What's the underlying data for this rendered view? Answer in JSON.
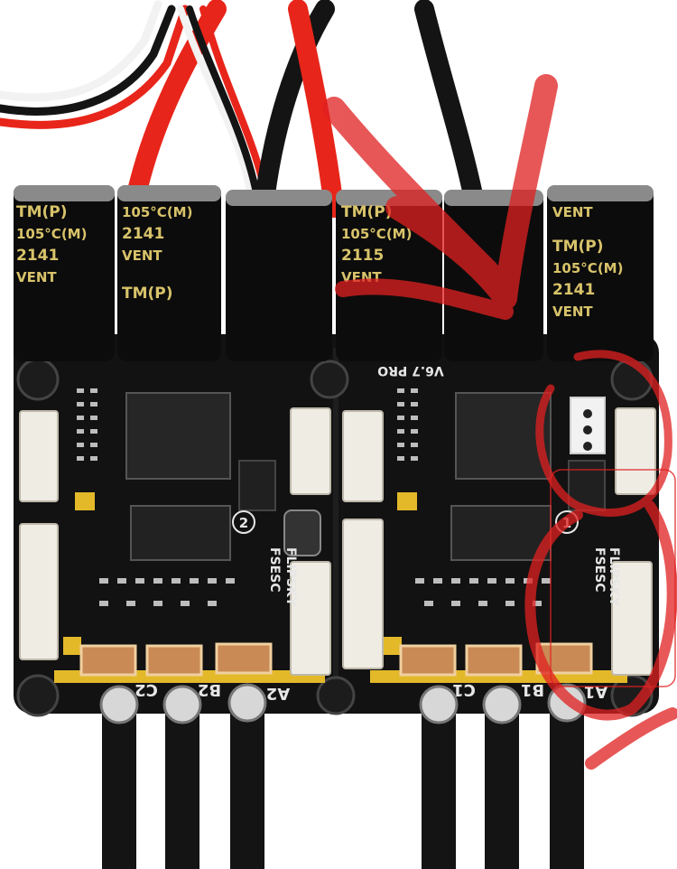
{
  "colors": {
    "board": "#121212",
    "cap_body": "#0c0c0c",
    "cap_text": "#d8c36a",
    "wire_red": "#e8251a",
    "wire_black": "#141414",
    "wire_white": "#f2f2f2",
    "connector": "#efece4",
    "gold": "#e3b92a",
    "annotation": "#e02020"
  },
  "capacitor_labels": {
    "brand": "TM(P)",
    "temp": "105°C(M)",
    "code_a": "2141",
    "code_b": "2115",
    "vent": "VENT"
  },
  "board_silkscreen": {
    "version": "V6.7 PRO",
    "left_num": "2",
    "right_num": "1",
    "name": "FSESC",
    "brand": "FLIPSKY"
  },
  "pad_labels": {
    "c2": "C2",
    "b2": "B2",
    "a2": "A2",
    "c1": "C1",
    "b1": "B1",
    "a1": "A1"
  }
}
